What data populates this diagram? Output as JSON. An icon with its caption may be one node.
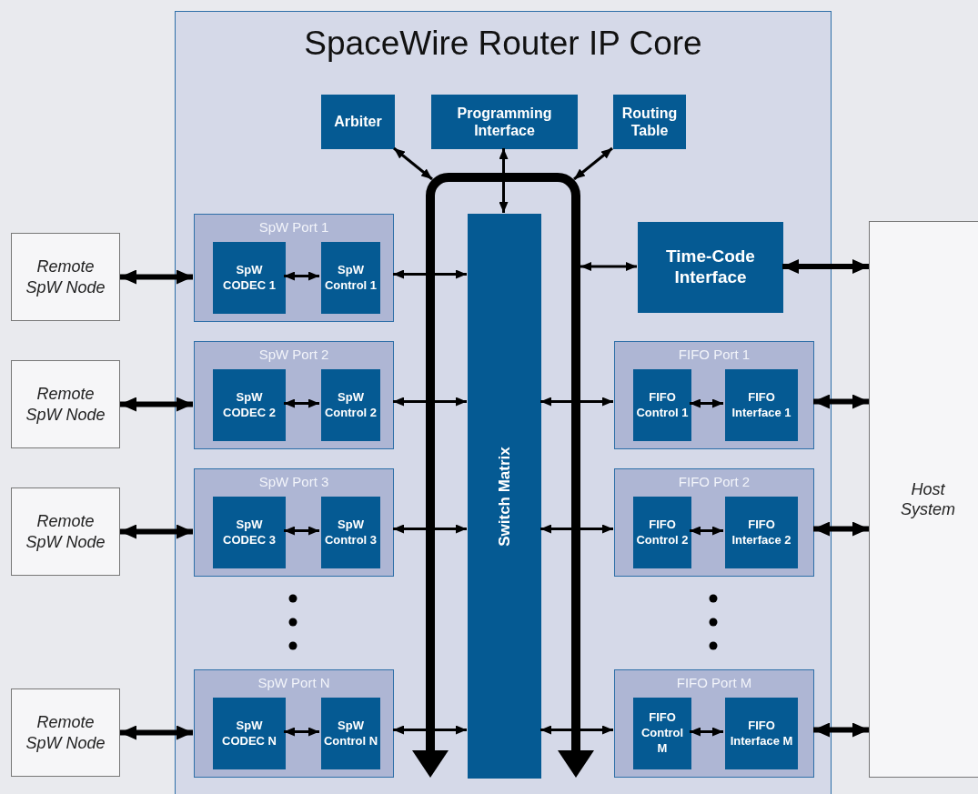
{
  "diagram": {
    "nodes": [
      {
        "text": [
          "SpaceWire Router IP Core"
        ]
      },
      {
        "text": [
          "Arbiter"
        ],
        "in": 0
      },
      {
        "text": [
          "Programming Interface"
        ],
        "in": 0
      },
      {
        "text": [
          "Routing Table"
        ],
        "in": 0
      },
      {
        "text": [
          "Switch Matrix"
        ],
        "in": 0
      },
      {
        "text": [
          "SpW Port 1"
        ],
        "in": 0
      },
      {
        "text": [
          "SpW CODEC 1"
        ],
        "in": 5
      },
      {
        "text": [
          "SpW Control 1"
        ],
        "in": 5
      },
      {
        "text": [
          "Time-Code Interface"
        ],
        "in": 0
      },
      {
        "text": [
          "SpW Port 2"
        ],
        "in": 0
      },
      {
        "text": [
          "SpW CODEC 2"
        ],
        "in": 9
      },
      {
        "text": [
          "SpW Control 2"
        ],
        "in": 9
      },
      {
        "text": [
          "FIFO Port 1"
        ],
        "in": 0
      },
      {
        "text": [
          "FIFO Control 1"
        ],
        "in": 12
      },
      {
        "text": [
          "FIFO Interface 1"
        ],
        "in": 12
      },
      {
        "text": [
          "SpW Port 3"
        ],
        "in": 0
      },
      {
        "text": [
          "SpW CODEC 3"
        ],
        "in": 15
      },
      {
        "text": [
          "SpW Control 3"
        ],
        "in": 15
      },
      {
        "text": [
          "FIFO Port 2"
        ],
        "in": 0
      },
      {
        "text": [
          "FIFO Control 2"
        ],
        "in": 18
      },
      {
        "text": [
          "FIFO Interface 2"
        ],
        "in": 18
      },
      {
        "text": [
          "SpW Port N"
        ],
        "in": 0
      },
      {
        "text": [
          "SpW CODEC N"
        ],
        "in": 21
      },
      {
        "text": [
          "SpW Control N"
        ],
        "in": 21
      },
      {
        "text": [
          "FIFO Port M"
        ],
        "in": 0
      },
      {
        "text": [
          "FIFO Control M"
        ],
        "in": 24
      },
      {
        "text": [
          "FIFO Interface M"
        ],
        "in": 24
      },
      {
        "text": [
          "Remote SpW Node"
        ]
      },
      {
        "text": [
          "Remote SpW Node"
        ]
      },
      {
        "text": [
          "Remote SpW Node"
        ]
      },
      {
        "text": [
          "Remote SpW Node"
        ]
      },
      {
        "text": [
          "Host System"
        ]
      }
    ],
    "edges": [
      {
        "from": 1,
        "to": null,
        "arrow": "both"
      },
      {
        "from": 2,
        "to": 4,
        "arrow": "both"
      },
      {
        "from": 3,
        "to": null,
        "arrow": "both"
      },
      {
        "from": 27,
        "to": 5,
        "arrow": "both",
        "style": "thick"
      },
      {
        "from": 6,
        "to": 7,
        "arrow": "both"
      },
      {
        "from": 5,
        "to": 4,
        "arrow": "both"
      },
      {
        "from": 8,
        "to": null,
        "arrow": "both"
      },
      {
        "from": 8,
        "to": 31,
        "arrow": "both",
        "style": "thick"
      },
      {
        "from": 28,
        "to": 9,
        "arrow": "both",
        "style": "thick"
      },
      {
        "from": 10,
        "to": 11,
        "arrow": "both"
      },
      {
        "from": 9,
        "to": 4,
        "arrow": "both"
      },
      {
        "from": 12,
        "to": 4,
        "arrow": "both"
      },
      {
        "from": 13,
        "to": 14,
        "arrow": "both"
      },
      {
        "from": 12,
        "to": 31,
        "arrow": "both",
        "style": "thick"
      },
      {
        "from": 29,
        "to": 15,
        "arrow": "both",
        "style": "thick"
      },
      {
        "from": 16,
        "to": 17,
        "arrow": "both"
      },
      {
        "from": 15,
        "to": 4,
        "arrow": "both"
      },
      {
        "from": 18,
        "to": 4,
        "arrow": "both"
      },
      {
        "from": 19,
        "to": 20,
        "arrow": "both"
      },
      {
        "from": 18,
        "to": 31,
        "arrow": "both",
        "style": "thick"
      },
      {
        "from": 30,
        "to": 21,
        "arrow": "both",
        "style": "thick"
      },
      {
        "from": 22,
        "to": 23,
        "arrow": "both"
      },
      {
        "from": 21,
        "to": 4,
        "arrow": "both"
      },
      {
        "from": 24,
        "to": 4,
        "arrow": "both"
      },
      {
        "from": 25,
        "to": 26,
        "arrow": "both"
      },
      {
        "from": 24,
        "to": 31,
        "arrow": "both",
        "style": "thick"
      }
    ]
  }
}
